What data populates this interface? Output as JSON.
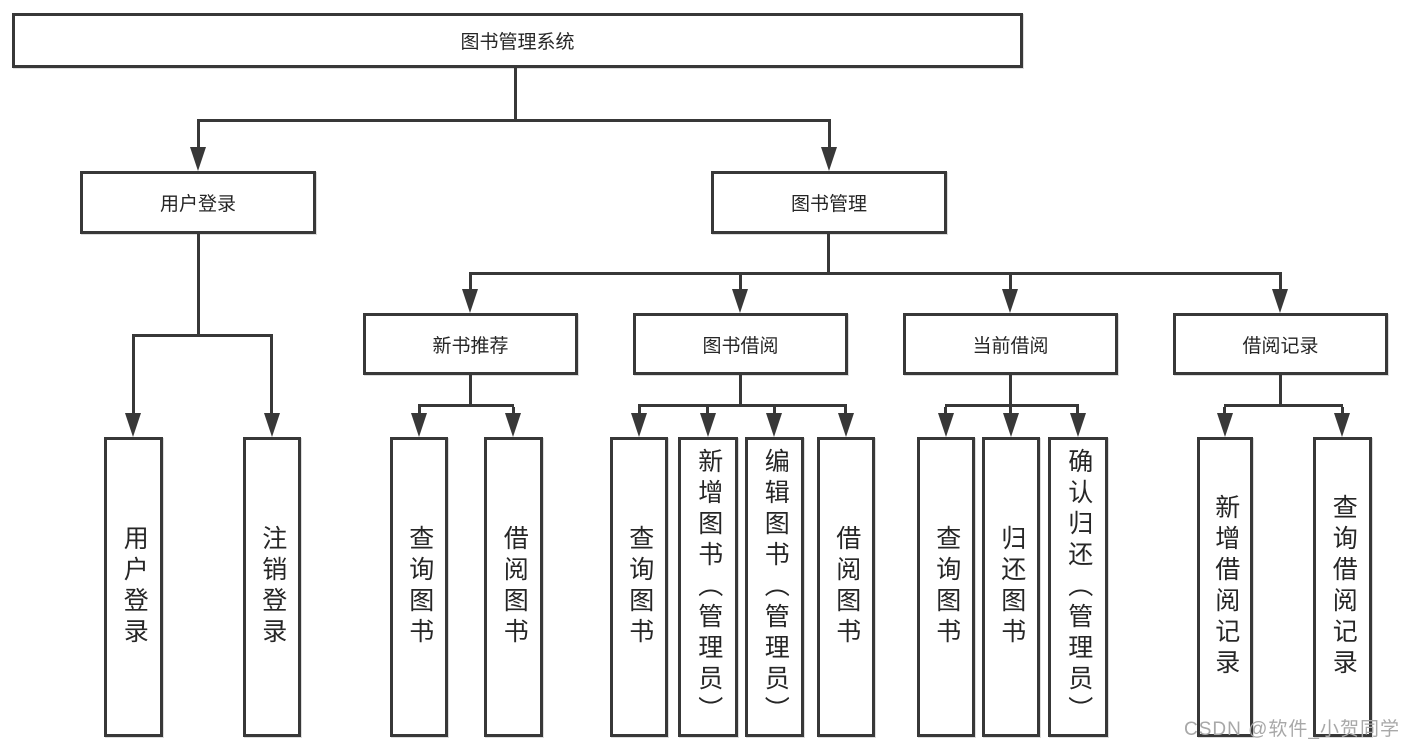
{
  "diagram": {
    "root_label": "图书管理系统",
    "branches": [
      {
        "label": "用户登录",
        "children": [
          "用户登录",
          "注销登录"
        ]
      },
      {
        "label": "图书管理",
        "children": [
          {
            "label": "新书推荐",
            "children": [
              "查询图书",
              "借阅图书"
            ]
          },
          {
            "label": "图书借阅",
            "children": [
              "查询图书",
              "新增图书（管理员）",
              "编辑图书（管理员）",
              "借阅图书"
            ]
          },
          {
            "label": "当前借阅",
            "children": [
              "查询图书",
              "归还图书",
              "确认归还（管理员）"
            ]
          },
          {
            "label": "借阅记录",
            "children": [
              "新增借阅记录",
              "查询借阅记录"
            ]
          }
        ]
      }
    ]
  },
  "watermark": {
    "text": "CSDN @软件_小贺同学"
  },
  "colors": {
    "line": "#383838",
    "box_border": "#383838",
    "text": "#262626",
    "watermark": "#a8a8a8",
    "background": "#ffffff"
  }
}
